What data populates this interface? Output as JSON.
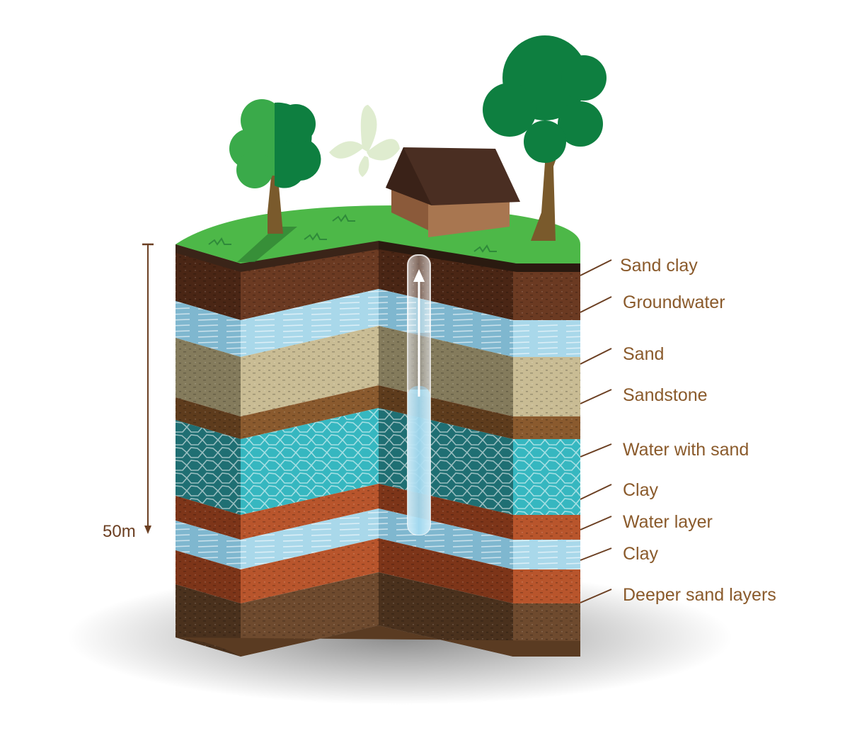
{
  "depth": {
    "label": "50m"
  },
  "layers": [
    {
      "name": "Sand clay",
      "color": "#6b3a22",
      "dark": "#4a2615"
    },
    {
      "name": "Groundwater",
      "color": "#a9d8ea",
      "dark": "#7fb7cf"
    },
    {
      "name": "Sand",
      "color": "#c9bc94",
      "dark": "#847b5c"
    },
    {
      "name": "Sandstone",
      "color": "#8a5a2e",
      "dark": "#5e3c1d"
    },
    {
      "name": "Water with sand",
      "color": "#36b7c0",
      "dark": "#1f6f73"
    },
    {
      "name": "Clay",
      "color": "#b8552c",
      "dark": "#7d3519"
    },
    {
      "name": "Water layer",
      "color": "#a9d8ea",
      "dark": "#7fb7cf"
    },
    {
      "name": "Clay",
      "color": "#b8552c",
      "dark": "#7d3519"
    },
    {
      "name": "Deeper sand layers",
      "color": "#6e4a2e",
      "dark": "#4a311d"
    }
  ],
  "colors": {
    "grass": "#4db848",
    "tree_light": "#3aaa4a",
    "tree_dark": "#0e7f40",
    "trunk": "#7a5a2c",
    "house_wall": "#a87650",
    "house_roof": "#4a2e22",
    "butterfly": "#dfeccf",
    "leader": "#6b3f22",
    "water_tube": "#8fd3ee"
  },
  "icons": [
    "tree-icon",
    "house-icon",
    "butterfly-icon",
    "well-pipe-icon"
  ]
}
